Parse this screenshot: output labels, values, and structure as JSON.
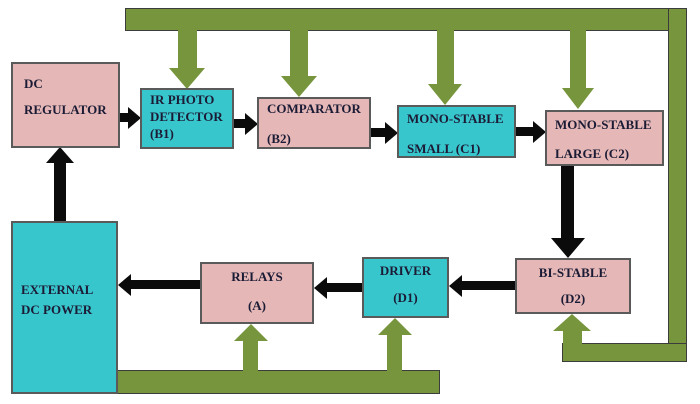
{
  "palette": {
    "pink": "#e5b8b7",
    "cyan": "#38c6cd",
    "green": "#77953d",
    "green_border": "#3c3c3c",
    "block_border": "#5a5a5a",
    "arrow_black": "#0b0b0b",
    "text": "#1b1b35",
    "background": "#ffffff"
  },
  "blocks": {
    "dc_regulator": {
      "lines": [
        "DC",
        "REGULATOR"
      ],
      "fill": "pink"
    },
    "ir_photo_detector": {
      "lines": [
        "IR PHOTO",
        "DETECTOR",
        "(B1)"
      ],
      "fill": "cyan"
    },
    "comparator": {
      "lines": [
        "COMPARATOR",
        "(B2)"
      ],
      "fill": "pink"
    },
    "mono_stable_small": {
      "lines": [
        "MONO-STABLE",
        "SMALL (C1)"
      ],
      "fill": "cyan"
    },
    "mono_stable_large": {
      "lines": [
        "MONO-STABLE",
        "LARGE (C2)"
      ],
      "fill": "pink"
    },
    "bi_stable": {
      "lines": [
        "BI-STABLE",
        "(D2)"
      ],
      "fill": "pink"
    },
    "driver": {
      "lines": [
        "DRIVER",
        "(D1)"
      ],
      "fill": "cyan"
    },
    "relays": {
      "lines": [
        "RELAYS",
        "(A)"
      ],
      "fill": "pink"
    },
    "external_dc_power": {
      "lines": [
        "EXTERNAL",
        "DC POWER"
      ],
      "fill": "cyan"
    }
  },
  "connections": {
    "black_arrows": [
      {
        "from": "external_dc_power",
        "to": "dc_regulator"
      },
      {
        "from": "dc_regulator",
        "to": "ir_photo_detector"
      },
      {
        "from": "ir_photo_detector",
        "to": "comparator"
      },
      {
        "from": "comparator",
        "to": "mono_stable_small"
      },
      {
        "from": "mono_stable_small",
        "to": "mono_stable_large"
      },
      {
        "from": "mono_stable_large",
        "to": "bi_stable"
      },
      {
        "from": "bi_stable",
        "to": "driver"
      },
      {
        "from": "driver",
        "to": "relays"
      },
      {
        "from": "relays",
        "to": "external_dc_power"
      }
    ],
    "green_bus_feeds": [
      {
        "to": "ir_photo_detector"
      },
      {
        "to": "comparator"
      },
      {
        "to": "mono_stable_small"
      },
      {
        "to": "mono_stable_large"
      },
      {
        "to": "bi_stable"
      },
      {
        "to": "driver"
      },
      {
        "to": "relays"
      }
    ]
  }
}
